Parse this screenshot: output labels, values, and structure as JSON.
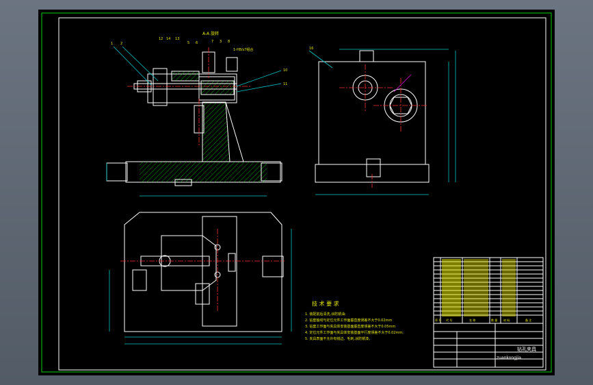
{
  "section_label": "A-A 旋转",
  "part_callouts_top": [
    "12",
    "14",
    "13",
    "5",
    "6",
    "7",
    "3",
    "8"
  ],
  "part_callouts_left": [
    "1",
    "2"
  ],
  "part_callouts_right": [
    "10",
    "11"
  ],
  "callout_note": "1-H8/s7组合",
  "side_view_callout": "16",
  "tech_requirements": {
    "title": "技 术 要 求",
    "items": [
      "1. 装配前后清洗,涂防锈油;",
      "2. 钻套轴线与定位元件工作面垂直度误差不大于0.02mm",
      "3. 钻套工作面与夹具体安装基面垂直度误差不大于0.05mm",
      "4. 定位元件工作面与夹具体安装基面平行度误差不大于0.02mm;",
      "5. 夹具表面不允许有锐边、毛刺,涂防锈漆。"
    ]
  },
  "title_block": {
    "drawing_name": "钻孔夹具",
    "pinyin": "zuankongjia",
    "header_cols": [
      "序 号",
      "代 号",
      "名 称",
      "数 量",
      "材 料",
      "备 注"
    ]
  },
  "colors": {
    "outline": "#ffffff",
    "hatch": "#00d000",
    "center": "#ff3030",
    "dim": "#00c8c8",
    "text": "#e8e800",
    "frame": "#00d000",
    "sheet": "#000000"
  }
}
